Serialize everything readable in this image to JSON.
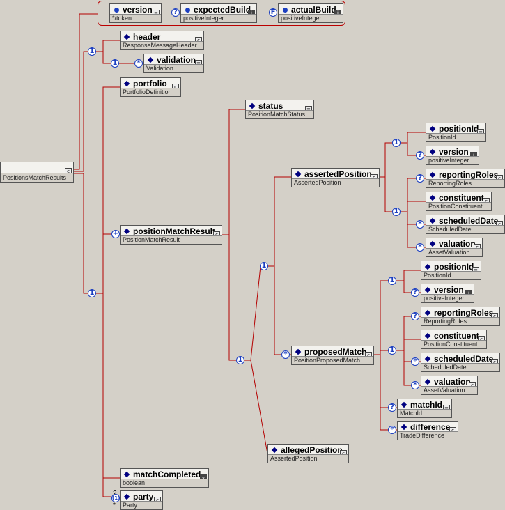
{
  "root": {
    "name": "PositionsMatchResults"
  },
  "attributes": [
    {
      "name": "version",
      "type": "*/token",
      "usage": ""
    },
    {
      "name": "expectedBuild",
      "type": "positiveInteger",
      "usage": "?"
    },
    {
      "name": "actualBuild",
      "type": "positiveInteger",
      "usage": "F"
    }
  ],
  "elements": {
    "header": {
      "name": "header",
      "type": "ResponseMessageHeader"
    },
    "validation": {
      "name": "validation",
      "type": "Validation"
    },
    "portfolio": {
      "name": "portfolio",
      "type": "PortfolioDefinition"
    },
    "positionMatchResult": {
      "name": "positionMatchResult",
      "type": "PositionMatchResult"
    },
    "matchCompleted": {
      "name": "matchCompleted",
      "type": "boolean"
    },
    "party": {
      "name": "party",
      "type": "Party"
    },
    "status": {
      "name": "status",
      "type": "PositionMatchStatus"
    },
    "assertedPosition": {
      "name": "assertedPosition",
      "type": "AssertedPosition"
    },
    "proposedMatch": {
      "name": "proposedMatch",
      "type": "PositionProposedMatch"
    },
    "allegedPosition": {
      "name": "allegedPosition",
      "type": "AssertedPosition"
    },
    "ap_positionId": {
      "name": "positionId",
      "type": "PositionId"
    },
    "ap_version": {
      "name": "version",
      "type": "positiveInteger"
    },
    "ap_reportingRoles": {
      "name": "reportingRoles",
      "type": "ReportingRoles"
    },
    "ap_constituent": {
      "name": "constituent",
      "type": "PositionConstituent"
    },
    "ap_scheduledDate": {
      "name": "scheduledDate",
      "type": "ScheduledDate"
    },
    "ap_valuation": {
      "name": "valuation",
      "type": "AssetValuation"
    },
    "pm_positionId": {
      "name": "positionId",
      "type": "PositionId"
    },
    "pm_version": {
      "name": "version",
      "type": "positiveInteger"
    },
    "pm_reportingRoles": {
      "name": "reportingRoles",
      "type": "ReportingRoles"
    },
    "pm_constituent": {
      "name": "constituent",
      "type": "PositionConstituent"
    },
    "pm_scheduledDate": {
      "name": "scheduledDate",
      "type": "ScheduledDate"
    },
    "pm_valuation": {
      "name": "valuation",
      "type": "AssetValuation"
    },
    "pm_matchId": {
      "name": "matchId",
      "type": "MatchId"
    },
    "pm_difference": {
      "name": "difference",
      "type": "TradeDifference"
    }
  },
  "compositors": {
    "one": "1",
    "optional": "?",
    "star": "*",
    "plus": "+",
    "rootLabel": "(1)"
  },
  "cardinalities": {
    "party_min": "2",
    "party_max": "*"
  },
  "colors": {
    "wire": "#b40000",
    "compositor": "#1c3fc0",
    "background": "#d4d0c8"
  }
}
